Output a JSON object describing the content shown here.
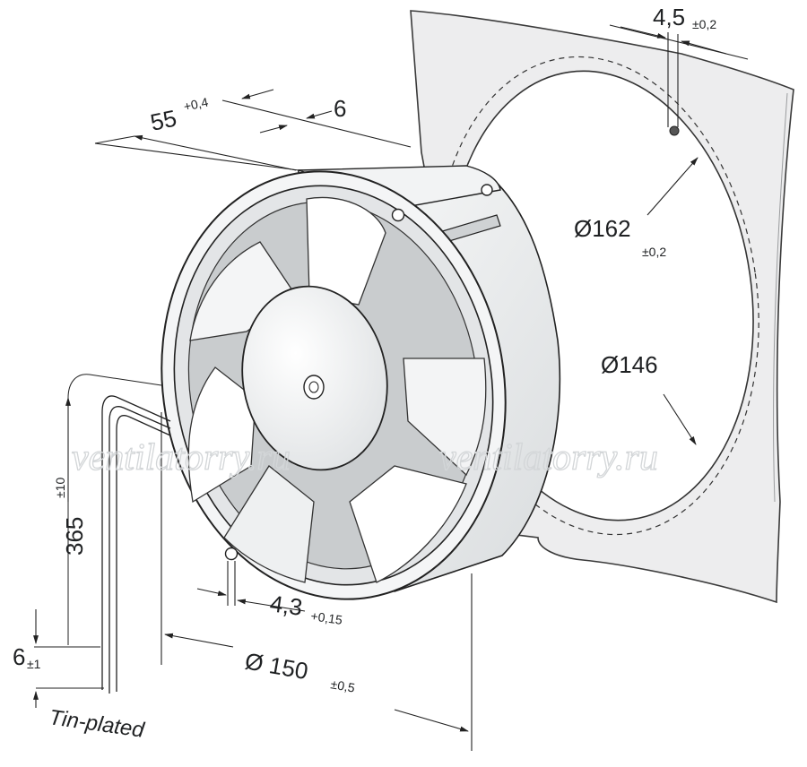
{
  "dimensions": {
    "depth": {
      "value": "55",
      "tolerance": "+0,4"
    },
    "flange": {
      "value": "6",
      "tolerance": ""
    },
    "slot_width": {
      "value": "4,5",
      "tolerance": "±0,2"
    },
    "hole_circle": {
      "value": "Ø162",
      "tolerance": "±0,2"
    },
    "cutout": {
      "value": "Ø146",
      "tolerance": ""
    },
    "lead_length": {
      "value": "365",
      "tolerance": "±10"
    },
    "mount_hole": {
      "value": "4,3",
      "tolerance": "+0,15"
    },
    "strip_length": {
      "value": "6",
      "tolerance": "±1"
    },
    "diameter": {
      "value": "Ø 150",
      "tolerance": "±0,5"
    }
  },
  "note": {
    "wire_finish": "Tin-plated"
  },
  "watermark": [
    "ventilatorry.ru",
    "ventilatorry.ru"
  ],
  "colors": {
    "line": "#222222",
    "fill_light": "#f7f8f8",
    "fill_mid": "#e6e8e9",
    "fill_dark": "#cdd0d2",
    "panel": "#eeeff0"
  }
}
